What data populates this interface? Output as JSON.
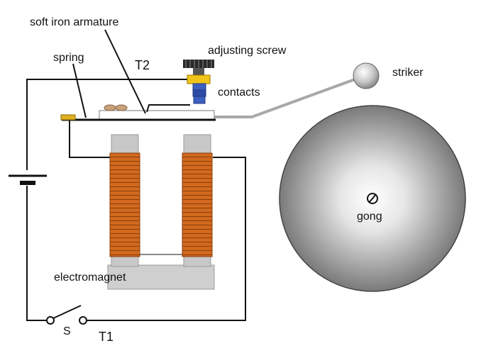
{
  "labels": {
    "armature": "soft iron armature",
    "screw": "adjusting screw",
    "spring": "spring",
    "t2": "T2",
    "contacts": "contacts",
    "striker": "striker",
    "gong": "gong",
    "electromagnet": "electromagnet",
    "switch": "S",
    "t1": "T1"
  },
  "colors": {
    "wire": "#111111",
    "coil": "#d2691e",
    "core": "#c8c8c8",
    "screw_head": "#2a2a2a",
    "contact_yellow": "#f0c419",
    "contact_blue": "#3b5fc0",
    "spring_tab": "#e0b020",
    "gong_edge": "#7a7a7a",
    "gong_center": "#ffffff"
  }
}
